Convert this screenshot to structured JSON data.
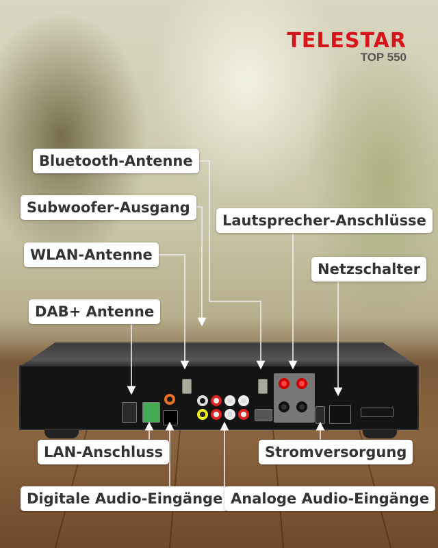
{
  "logo": {
    "brand": "TELESTAR",
    "model": "TOP 550"
  },
  "labels": {
    "bluetooth": "Bluetooth-Antenne",
    "subwoofer": "Subwoofer-Ausgang",
    "wlan": "WLAN-Antenne",
    "dab": "DAB+ Antenne",
    "speaker": "Lautsprecher-Anschlüsse",
    "power_switch": "Netzschalter",
    "lan": "LAN-Anschluss",
    "power_supply": "Stromversorgung",
    "digital_in": "Digitale Audio-Eingänge",
    "analog_in": "Analoge Audio-Eingänge"
  },
  "colors": {
    "brand": "#d5141c"
  }
}
